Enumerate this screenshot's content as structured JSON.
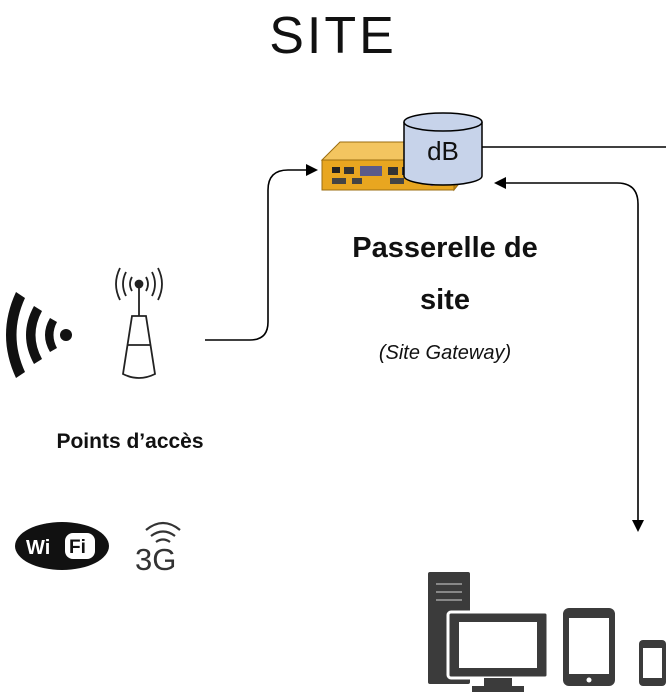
{
  "title": "SITE",
  "gateway": {
    "title_line1": "Passerelle de",
    "title_line2": "site",
    "subtitle": "(Site Gateway)",
    "db_label": "dB"
  },
  "access_points": {
    "label": "Points d’accès"
  },
  "technologies": {
    "wifi_left": "Wi",
    "wifi_right": "Fi",
    "cellular": "3G"
  },
  "colors": {
    "gateway_body": "#E8A620",
    "database_fill": "#C7D3EA",
    "device_dark": "#3B3B3B",
    "line": "#000000"
  },
  "icons": [
    "wifi-signal-icon",
    "access-point-antenna-icon",
    "gateway-box-icon",
    "database-icon",
    "wifi-logo-icon",
    "3g-logo-icon",
    "server-tower-icon",
    "monitor-icon",
    "tablet-icon",
    "phone-icon"
  ]
}
